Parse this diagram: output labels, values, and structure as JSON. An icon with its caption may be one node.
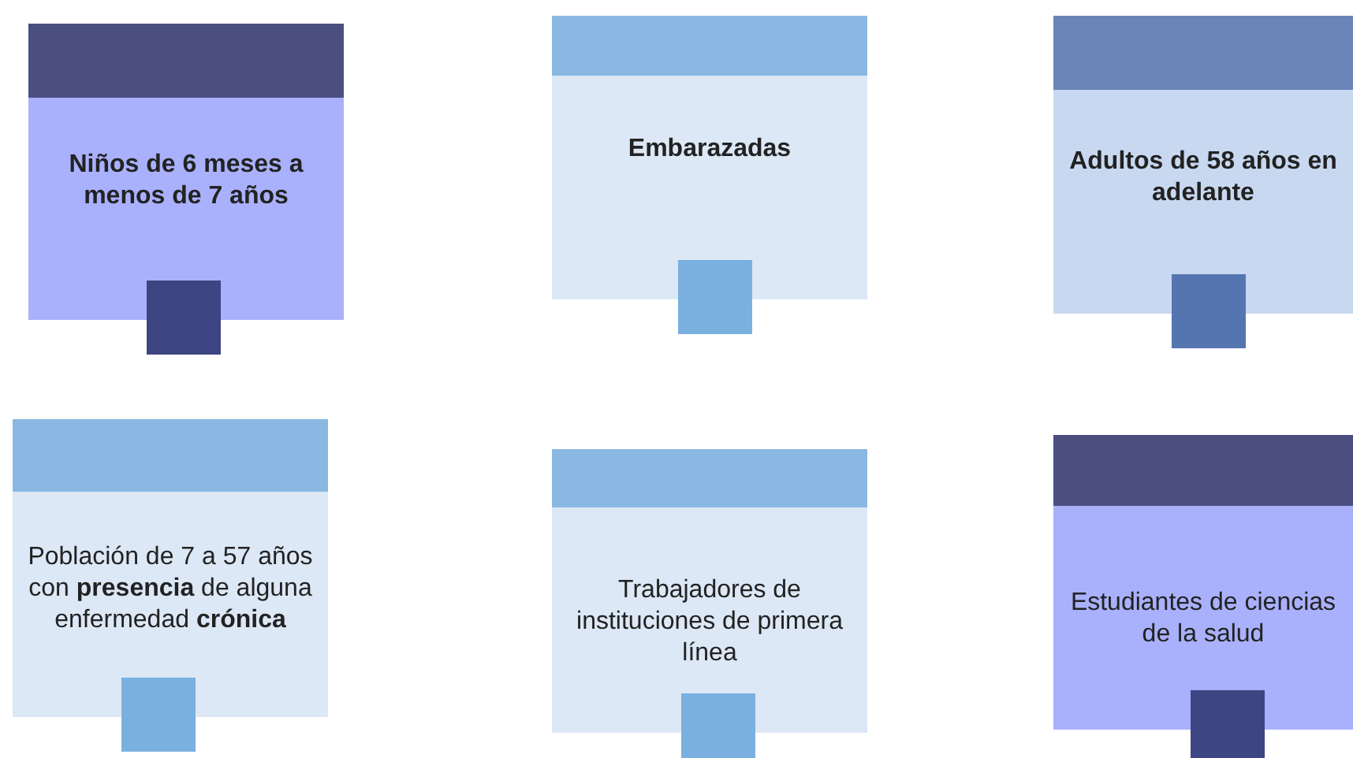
{
  "diagram": {
    "nodes": [
      {
        "text": [
          "Niños de 6 meses a menos de 7 años"
        ]
      },
      {
        "text": [
          "Embarazadas"
        ]
      },
      {
        "text": [
          "Adultos de 58 años en adelante"
        ]
      },
      {
        "text": [
          "Población de 7 a 57 años con **presencia** de alguna enfermedad **crónica**"
        ]
      },
      {
        "text": [
          "Trabajadores de instituciones de primera línea"
        ]
      },
      {
        "text": [
          "Estudiantes de ciencias de la salud"
        ]
      }
    ]
  }
}
